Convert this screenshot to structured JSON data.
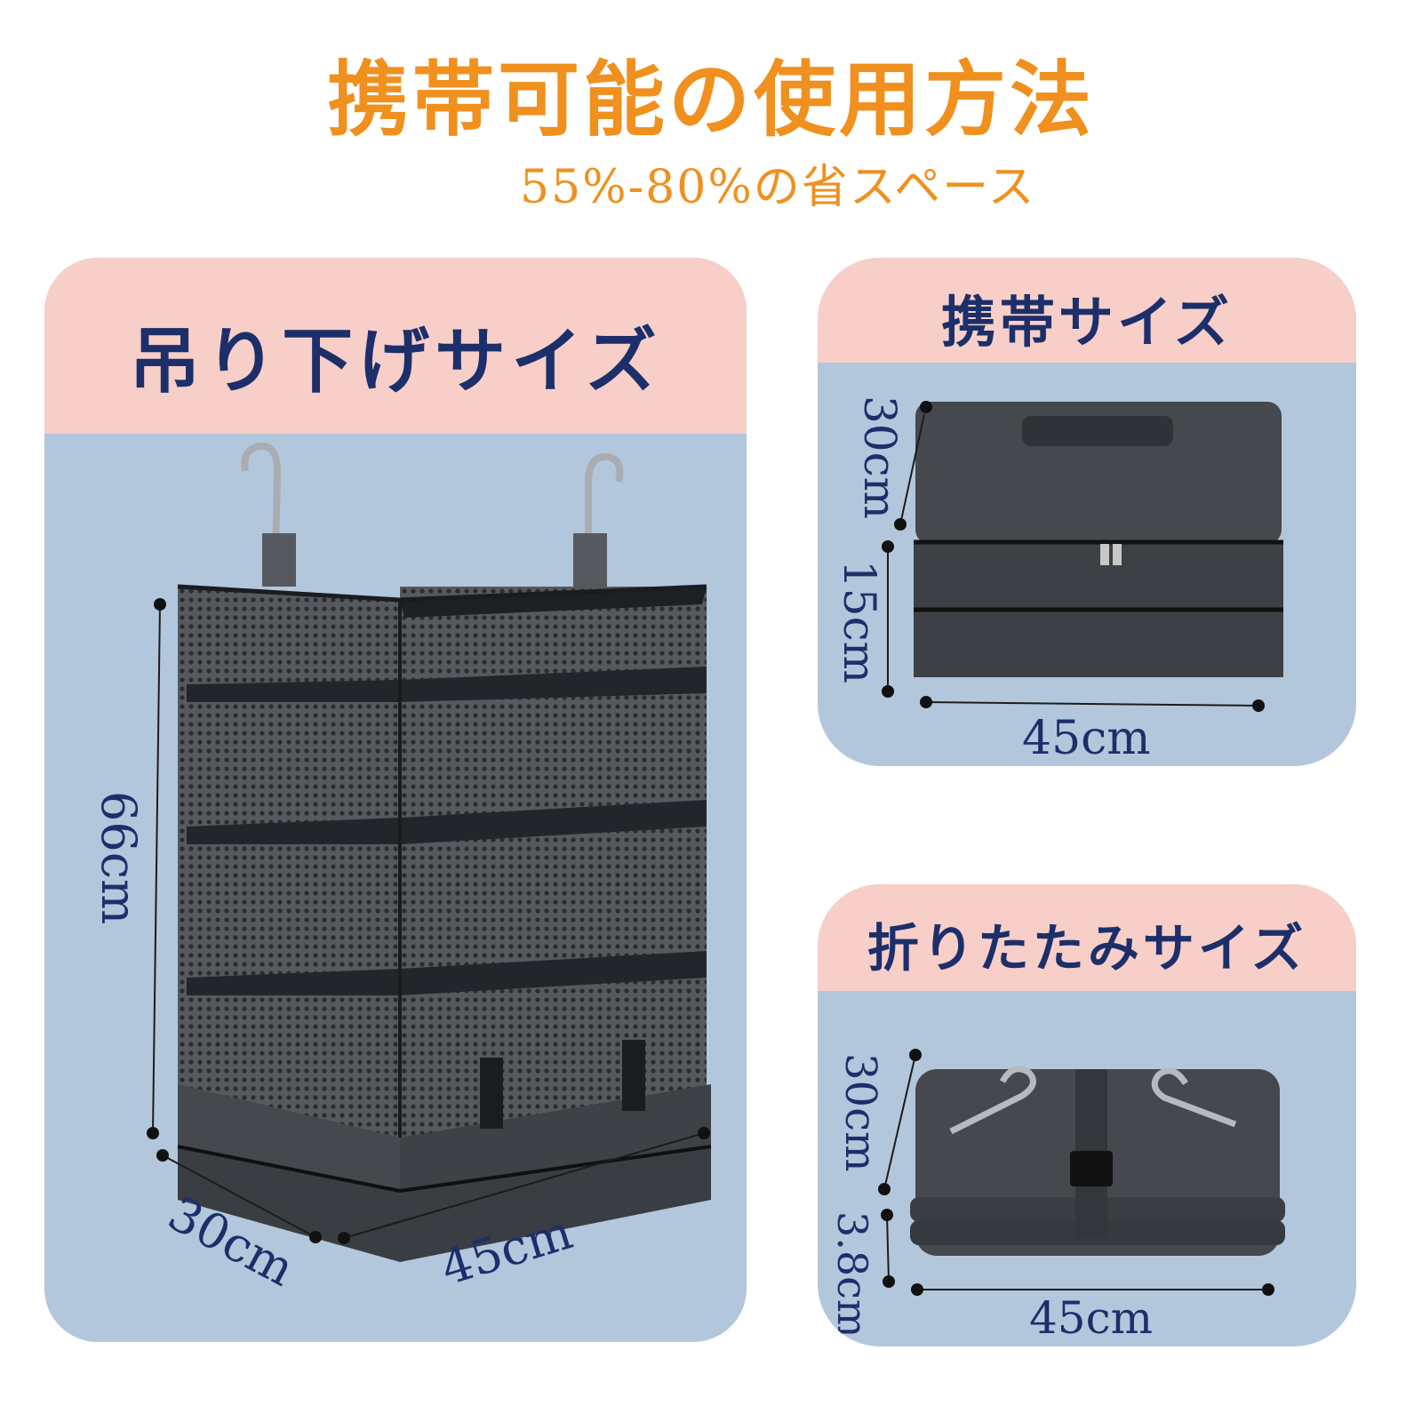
{
  "header": {
    "title": "携帯可能の使用方法",
    "subtitle": "55%-80%の省スペース"
  },
  "panels": {
    "hanging": {
      "title": "吊り下げサイズ",
      "height": "66cm",
      "depth": "30cm",
      "width": "45cm"
    },
    "carry": {
      "title": "携帯サイズ",
      "depth": "30cm",
      "height": "15cm",
      "width": "45cm"
    },
    "folded": {
      "title": "折りたたみサイズ",
      "depth": "30cm",
      "height": "3.8cm",
      "width": "45cm"
    }
  },
  "colors": {
    "title": "#f0901e",
    "panel_head": "#f7cfc8",
    "panel_body": "#b3c7dc",
    "text_dark": "#1c2f6a",
    "product": "#3c3f44"
  }
}
